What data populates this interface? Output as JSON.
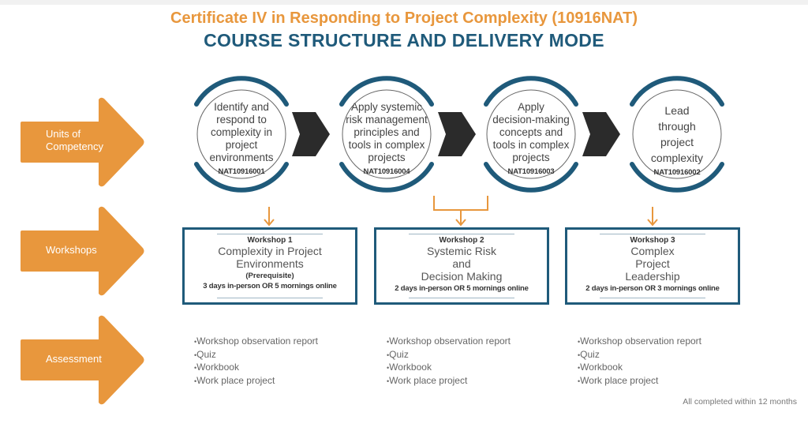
{
  "header": {
    "title": "Certificate IV in Responding to Project Complexity (10916NAT)",
    "subtitle": "COURSE STRUCTURE AND DELIVERY MODE"
  },
  "rows": {
    "units_label_line1": "Units of",
    "units_label_line2": "Competency",
    "workshops_label": "Workshops",
    "assessment_label": "Assessment"
  },
  "units": [
    {
      "lines": [
        "Identify and",
        "respond to",
        "complexity in",
        "project",
        "environments"
      ],
      "code": "NAT10916001"
    },
    {
      "lines": [
        "Apply systemic",
        "risk management",
        "principles and",
        "tools in complex",
        "projects"
      ],
      "code": "NAT10916004"
    },
    {
      "lines": [
        "Apply",
        "decision-making",
        "concepts and",
        "tools in complex",
        "projects"
      ],
      "code": "NAT10916003"
    },
    {
      "lines": [
        "Lead",
        "through",
        "project",
        "complexity"
      ],
      "code": "NAT10916002"
    }
  ],
  "workshops": [
    {
      "number": "Workshop 1",
      "title_lines": [
        "Complexity in Project",
        "Environments"
      ],
      "prerequisite": "(Prerequisite)",
      "duration": "3 days in-person OR 5 mornings online"
    },
    {
      "number": "Workshop 2",
      "title_lines": [
        "Systemic Risk",
        "and",
        "Decision Making"
      ],
      "prerequisite": "",
      "duration": "2 days in-person OR 5 mornings online"
    },
    {
      "number": "Workshop 3",
      "title_lines": [
        "Complex",
        "Project",
        "Leadership"
      ],
      "prerequisite": "",
      "duration": "2 days in-person OR 3 mornings online"
    }
  ],
  "assessments": [
    [
      "Workshop observation report",
      "Quiz",
      "Workbook",
      "Work place project"
    ],
    [
      "Workshop observation report",
      "Quiz",
      "Workbook",
      "Work place project"
    ],
    [
      "Workshop observation report",
      "Quiz",
      "Workbook",
      "Work place project"
    ]
  ],
  "footnote": "All completed within 12 months",
  "colors": {
    "orange": "#e8973d",
    "navy": "#1f5a7a",
    "chevron": "#2b2b2b"
  }
}
